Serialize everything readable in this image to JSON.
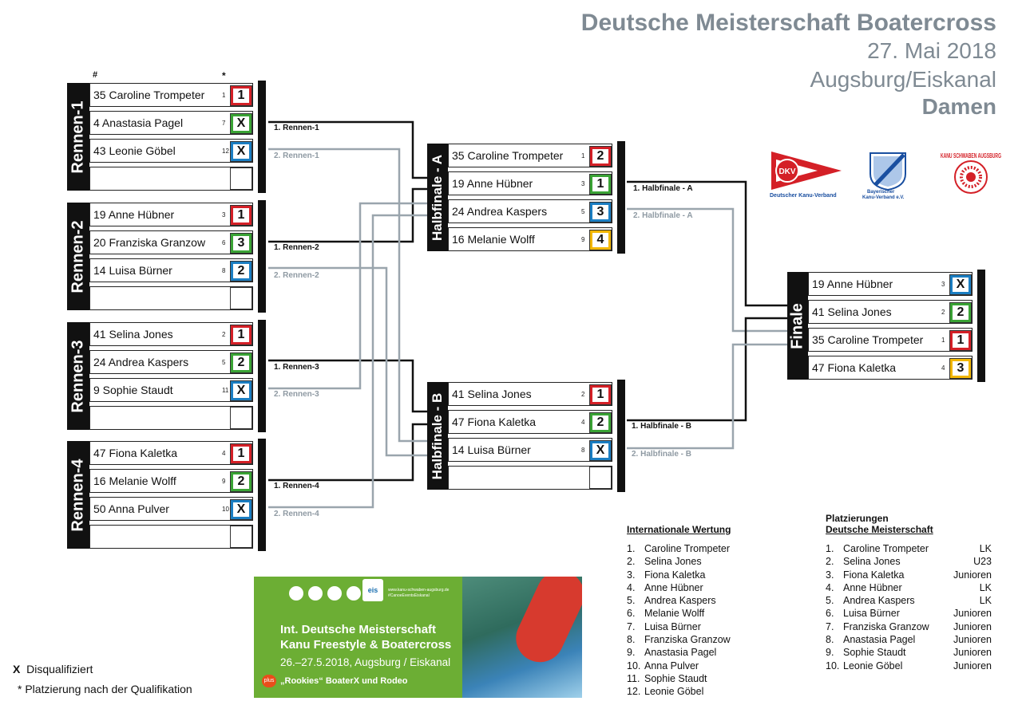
{
  "header": {
    "title": "Deutsche Meisterschaft Boatercross",
    "date": "27. Mai 2018",
    "location": "Augsburg/Eiskanal",
    "category": "Damen"
  },
  "column_headers": {
    "number": "#",
    "seed": "*"
  },
  "races": [
    {
      "label": "Rennen-1",
      "entries": [
        {
          "name": "35 Caroline Trompeter",
          "seed": "1",
          "rank": "1",
          "color": "#d42027"
        },
        {
          "name": "4   Anastasia Pagel",
          "seed": "7",
          "rank": "X",
          "color": "#3aa335"
        },
        {
          "name": "43 Leonie Göbel",
          "seed": "12",
          "rank": "X",
          "color": "#1b7ec2"
        }
      ]
    },
    {
      "label": "Rennen-2",
      "entries": [
        {
          "name": "19 Anne Hübner",
          "seed": "3",
          "rank": "1",
          "color": "#d42027"
        },
        {
          "name": "20 Franziska Granzow",
          "seed": "6",
          "rank": "3",
          "color": "#3aa335"
        },
        {
          "name": "14 Luisa Bürner",
          "seed": "8",
          "rank": "2",
          "color": "#1b7ec2"
        }
      ]
    },
    {
      "label": "Rennen-3",
      "entries": [
        {
          "name": "41 Selina Jones",
          "seed": "2",
          "rank": "1",
          "color": "#d42027"
        },
        {
          "name": "24 Andrea Kaspers",
          "seed": "5",
          "rank": "2",
          "color": "#3aa335"
        },
        {
          "name": "9   Sophie Staudt",
          "seed": "11",
          "rank": "X",
          "color": "#1b7ec2"
        }
      ]
    },
    {
      "label": "Rennen-4",
      "entries": [
        {
          "name": "47 Fiona Kaletka",
          "seed": "4",
          "rank": "1",
          "color": "#d42027"
        },
        {
          "name": "16 Melanie Wolff",
          "seed": "9",
          "rank": "2",
          "color": "#3aa335"
        },
        {
          "name": "50 Anna Pulver",
          "seed": "10",
          "rank": "X",
          "color": "#1b7ec2"
        }
      ]
    }
  ],
  "semis": [
    {
      "label": "Halbfinale - A",
      "entries": [
        {
          "name": "35 Caroline Trompeter",
          "seed": "1",
          "rank": "2",
          "color": "#d42027"
        },
        {
          "name": "19 Anne Hübner",
          "seed": "3",
          "rank": "1",
          "color": "#3aa335"
        },
        {
          "name": "24 Andrea Kaspers",
          "seed": "5",
          "rank": "3",
          "color": "#1b7ec2"
        },
        {
          "name": "16 Melanie Wolff",
          "seed": "9",
          "rank": "4",
          "color": "#f2b705"
        }
      ]
    },
    {
      "label": "Halbfinale - B",
      "entries": [
        {
          "name": "41 Selina Jones",
          "seed": "2",
          "rank": "1",
          "color": "#d42027"
        },
        {
          "name": "47 Fiona Kaletka",
          "seed": "4",
          "rank": "2",
          "color": "#3aa335"
        },
        {
          "name": "14 Luisa Bürner",
          "seed": "8",
          "rank": "X",
          "color": "#1b7ec2"
        }
      ]
    }
  ],
  "final": {
    "label": "Finale",
    "entries": [
      {
        "name": "19 Anne Hübner",
        "seed": "3",
        "rank": "X",
        "color": "#1b7ec2"
      },
      {
        "name": "41 Selina Jones",
        "seed": "2",
        "rank": "2",
        "color": "#3aa335"
      },
      {
        "name": "35 Caroline Trompeter",
        "seed": "1",
        "rank": "1",
        "color": "#d42027"
      },
      {
        "name": "47 Fiona Kaletka",
        "seed": "4",
        "rank": "3",
        "color": "#f2b705"
      }
    ]
  },
  "connector_labels": {
    "r1_first": "1. Rennen-1",
    "r1_second": "2. Rennen-1",
    "r2_first": "1. Rennen-2",
    "r2_second": "2. Rennen-2",
    "r3_first": "1. Rennen-3",
    "r3_second": "2. Rennen-3",
    "r4_first": "1. Rennen-4",
    "r4_second": "2. Rennen-4",
    "ha_first": "1. Halbfinale - A",
    "ha_second": "2. Halbfinale - A",
    "hb_first": "1. Halbfinale - B",
    "hb_second": "2. Halbfinale - B"
  },
  "international": {
    "title": "Internationale Wertung",
    "items": [
      "Caroline Trompeter",
      "Selina Jones",
      "Fiona Kaletka",
      "Anne Hübner",
      "Andrea Kaspers",
      "Melanie Wolff",
      "Luisa Bürner",
      "Franziska Granzow",
      "Anastasia Pagel",
      "Anna Pulver",
      "Sophie Staudt",
      "Leonie Göbel"
    ]
  },
  "german": {
    "title_line1": "Platzierungen",
    "title_line2": "Deutsche Meisterschaft",
    "items": [
      {
        "name": "Caroline Trompeter",
        "cat": "LK"
      },
      {
        "name": "Selina Jones",
        "cat": "U23"
      },
      {
        "name": "Fiona Kaletka",
        "cat": "Junioren"
      },
      {
        "name": "Anne Hübner",
        "cat": "LK"
      },
      {
        "name": "Andrea Kaspers",
        "cat": "LK"
      },
      {
        "name": "Luisa Bürner",
        "cat": "Junioren"
      },
      {
        "name": "Franziska Granzow",
        "cat": "Junioren"
      },
      {
        "name": "Anastasia Pagel",
        "cat": "Junioren"
      },
      {
        "name": "Sophie Staudt",
        "cat": "Junioren"
      },
      {
        "name": "Leonie Göbel",
        "cat": "Junioren"
      }
    ]
  },
  "legend": {
    "disq_symbol": "X",
    "disq_text": "Disqualifiziert",
    "seed_note": "* Platzierung nach der Qualifikation"
  },
  "logos": {
    "dkv_text": "DKV",
    "dkv_caption": "Deutscher Kanu-Verband",
    "bkv_caption_1": "Bayerischer",
    "bkv_caption_2": "Kanu-Verband e.V.",
    "schwaben_text": "KANU SCHWABEN AUGSBURG"
  },
  "banner": {
    "line1": "Int. Deutsche Meisterschaft",
    "line2": "Kanu Freestyle & Boatercross",
    "line3": "26.–27.5.2018, Augsburg / Eiskanal",
    "line4": "„Rookies“ BoaterX und Rodeo",
    "plus": "plus",
    "eis": "eis",
    "url": "www.kanu-schwaben-augsburg.de",
    "hashtag": "#CanoeEventsEiskanal"
  }
}
